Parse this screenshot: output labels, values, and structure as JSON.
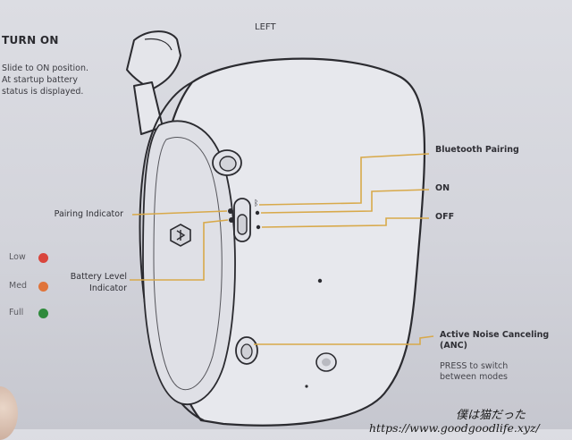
{
  "side": "LEFT",
  "turn_on": {
    "heading": "TURN ON",
    "body": "Slide to ON position.\nAt startup battery\nstatus is displayed."
  },
  "labels": {
    "pairing_indicator": "Pairing Indicator",
    "battery_level_indicator": "Battery Level\nIndicator",
    "bluetooth_pairing": "Bluetooth Pairing",
    "on": "ON",
    "off": "OFF",
    "anc_title": "Active Noise Canceling\n(ANC)",
    "anc_desc": "PRESS to switch\nbetween modes"
  },
  "battery_levels": [
    {
      "label": "Low",
      "color": "#d9453c"
    },
    {
      "label": "Med",
      "color": "#e0743a"
    },
    {
      "label": "Full",
      "color": "#2f8a3c"
    }
  ],
  "leader_color": "#d8a94a",
  "watermark": {
    "line1": "僕は猫だった",
    "line2": "https://www.goodgoodlife.xyz/"
  }
}
